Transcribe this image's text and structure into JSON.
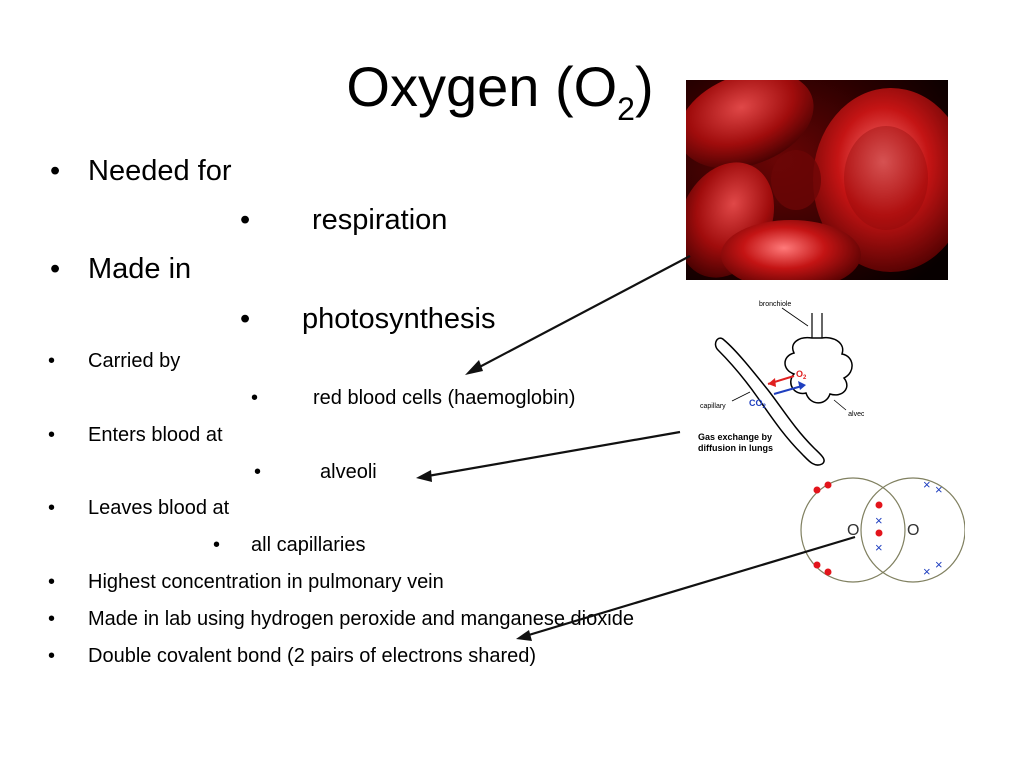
{
  "slide": {
    "title_main": "Oxygen (O",
    "title_sub": "2",
    "title_close": ")",
    "bullet_char": "•",
    "bullets": [
      {
        "text": "Needed for"
      },
      {
        "text": "respiration"
      },
      {
        "text": "Made in"
      },
      {
        "text": "photosynthesis"
      },
      {
        "text": "Carried by"
      },
      {
        "text": "red blood cells (haemoglobin)"
      },
      {
        "text": "Enters blood at"
      },
      {
        "text": "alveoli"
      },
      {
        "text": "Leaves blood at"
      },
      {
        "text": "all capillaries"
      },
      {
        "text": "Highest concentration in pulmonary vein"
      },
      {
        "text": "Made in lab using hydrogen peroxide and manganese dioxide"
      },
      {
        "text": "Double covalent bond (2 pairs of electrons shared)"
      }
    ]
  },
  "lung_diagram": {
    "label_bronchiole": "bronchiole",
    "label_capillary": "capillary",
    "label_alveoli": "alveoli",
    "label_o2": "O",
    "label_o2_sub": "2",
    "label_co2": "CO",
    "label_co2_sub": "2",
    "caption_line1": "Gas exchange by",
    "caption_line2": "diffusion in lungs"
  },
  "bond_diagram": {
    "atom_left": "O",
    "atom_right": "O",
    "cross_mark": "×"
  },
  "colors": {
    "arrow": "#111111",
    "o2_red": "#e02020",
    "co2_blue": "#1f3fbf",
    "electron_red": "#e3141b",
    "electron_blue": "#1f3fbf",
    "blood_dark": "#2a0000",
    "blood_red": "#b30d0d"
  }
}
